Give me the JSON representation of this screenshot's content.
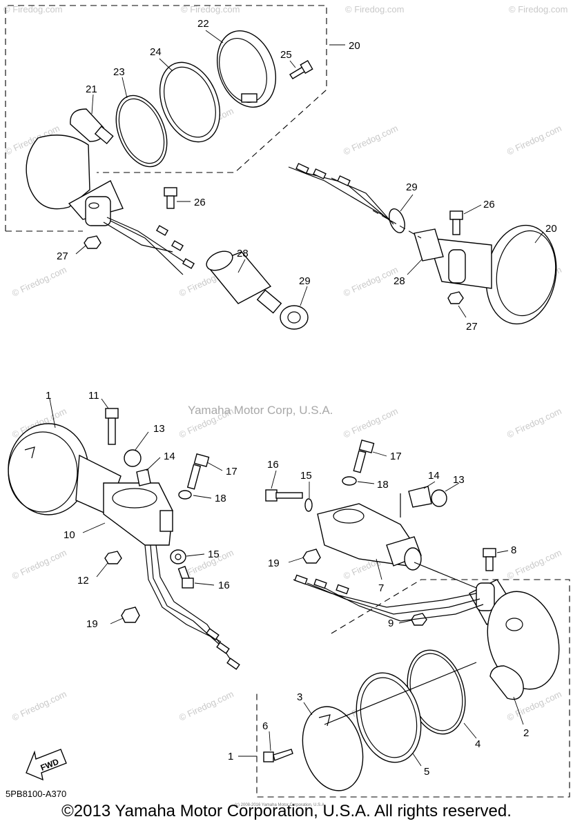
{
  "watermark": {
    "site": "© Firedog.com",
    "center_text": "Yamaha Motor Corp, U.S.A."
  },
  "diagram_code": "5PB8100-A370",
  "fwd_label": "FWD",
  "copyright": "©2013 Yamaha Motor Corporation, U.S.A. All rights reserved.",
  "fine_print": "(c) 2008-2016 Yamaha Motor Corporation, U.S.A.",
  "callouts": {
    "top_left": [
      "20",
      "22",
      "24",
      "25",
      "23",
      "21",
      "26",
      "27",
      "28",
      "29"
    ],
    "top_right": [
      "29",
      "26",
      "20",
      "28",
      "27"
    ],
    "bottom_left": [
      "1",
      "11",
      "13",
      "14",
      "17",
      "18",
      "10",
      "15",
      "12",
      "16",
      "19"
    ],
    "bottom_right": [
      "16",
      "15",
      "17",
      "14",
      "13",
      "18",
      "19",
      "7",
      "8",
      "9",
      "3",
      "6",
      "1",
      "5",
      "4",
      "2"
    ]
  }
}
